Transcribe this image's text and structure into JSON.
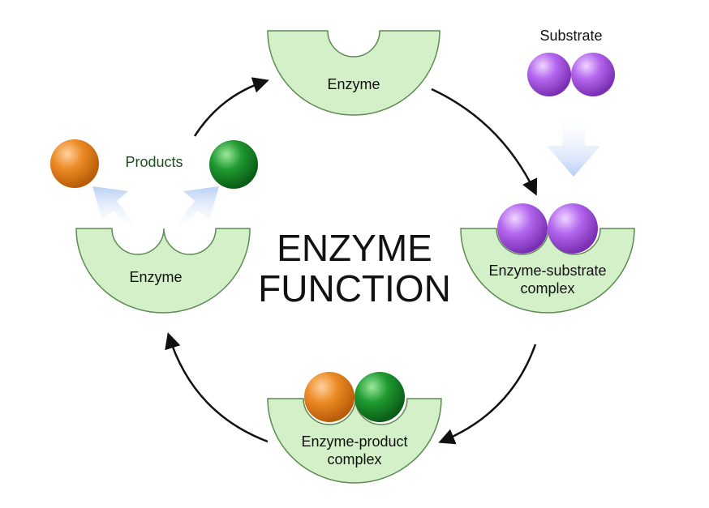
{
  "diagram": {
    "title_line1": "ENZYME",
    "title_line2": "FUNCTION",
    "substrate_label": "Substrate",
    "products_label": "Products",
    "enzyme_top_label": "Enzyme",
    "enzyme_left_label": "Enzyme",
    "es_complex_line1": "Enzyme-substrate",
    "es_complex_line2": "complex",
    "ep_complex_line1": "Enzyme-product",
    "ep_complex_line2": "complex"
  },
  "colors": {
    "enzyme_fill": "#d3f0c9",
    "enzyme_stroke": "#5e8a53",
    "substrate": "#a64fe0",
    "product_orange": "#e87d1a",
    "product_green": "#1c8a2a",
    "flow_arrow": "#c3d6f7",
    "cycle_arrow": "#111111"
  }
}
